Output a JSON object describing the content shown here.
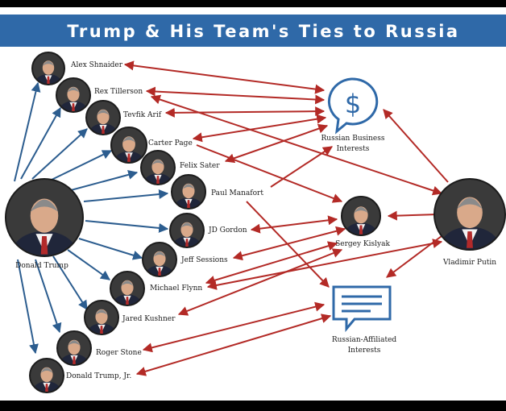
{
  "title": "Trump & His Team's Ties to Russia",
  "people": {
    "donald_trump": "Donald Trump",
    "alex_shnaider": "Alex Shnaider",
    "rex_tillerson": "Rex Tillerson",
    "tevfik_arif": "Tevfik Arif",
    "carter_page": "Carter Page",
    "felix_sater": "Felix Sater",
    "paul_manafort": "Paul Manafort",
    "jd_gordon": "JD Gordon",
    "jeff_sessions": "Jeff Sessions",
    "michael_flynn": "Michael Flynn",
    "jared_kushner": "Jared Kushner",
    "roger_stone": "Roger Stone",
    "donald_trump_jr": "Donald Trump, Jr.",
    "sergey_kislyak": "Sergey Kislyak",
    "vladimir_putin": "Vladimir Putin"
  },
  "entities": {
    "business_line1": "Russian Business",
    "business_line2": "Interests",
    "affiliated_line1": "Russian-Affiliated",
    "affiliated_line2": "Interests"
  },
  "icons": {
    "business": "dollar-speech-bubble-icon",
    "affiliated": "document-speech-bubble-icon"
  },
  "colors": {
    "banner": "#2f69a8",
    "blue_arrows": "#2c5d8f",
    "red_arrows": "#b32a26",
    "icon": "#2f69a8"
  }
}
